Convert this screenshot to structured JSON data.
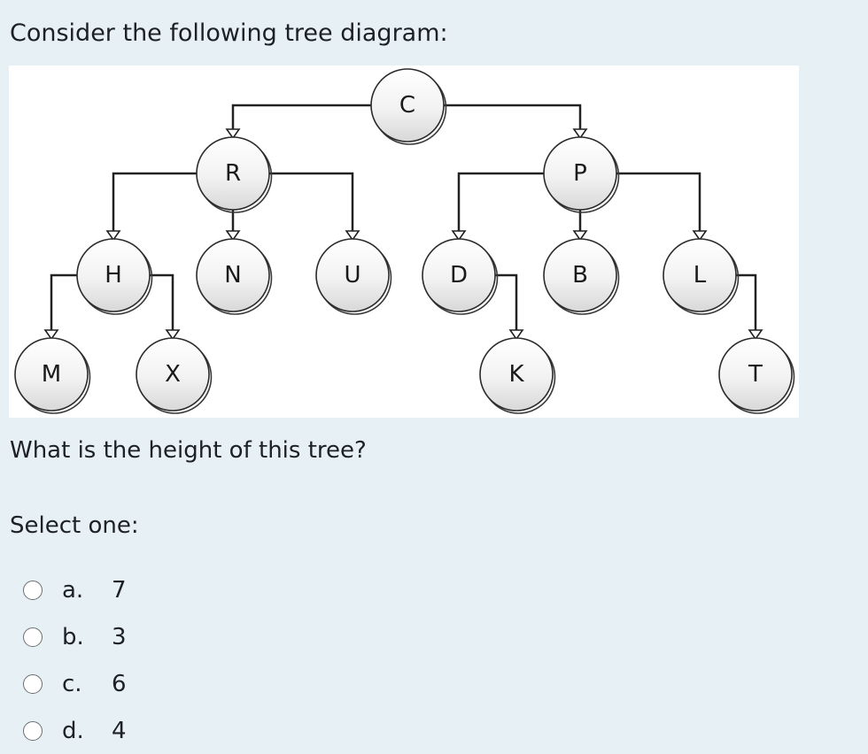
{
  "question": {
    "intro": "Consider the following tree diagram:",
    "prompt": "What is the height of this tree?",
    "select_label": "Select one:"
  },
  "tree": {
    "nodes": {
      "C": "C",
      "R": "R",
      "P": "P",
      "H": "H",
      "N": "N",
      "U": "U",
      "D": "D",
      "B": "B",
      "L": "L",
      "M": "M",
      "X": "X",
      "K": "K",
      "T": "T"
    },
    "edges": [
      [
        "C",
        "R"
      ],
      [
        "C",
        "P"
      ],
      [
        "R",
        "H"
      ],
      [
        "R",
        "N"
      ],
      [
        "R",
        "U"
      ],
      [
        "P",
        "D"
      ],
      [
        "P",
        "B"
      ],
      [
        "P",
        "L"
      ],
      [
        "H",
        "M"
      ],
      [
        "H",
        "X"
      ],
      [
        "D",
        "K"
      ],
      [
        "L",
        "T"
      ]
    ]
  },
  "options": [
    {
      "letter": "a.",
      "value": "7"
    },
    {
      "letter": "b.",
      "value": "3"
    },
    {
      "letter": "c.",
      "value": "6"
    },
    {
      "letter": "d.",
      "value": "4"
    }
  ]
}
